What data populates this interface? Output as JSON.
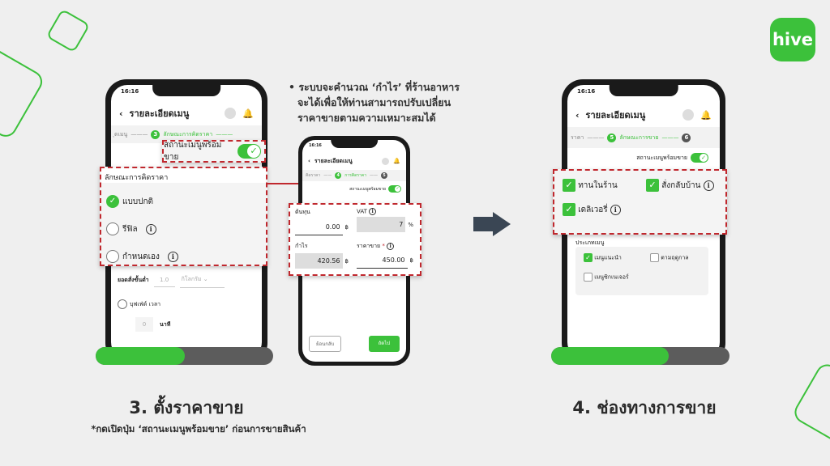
{
  "brand": {
    "logo": "hive",
    "color": "#3cc13b",
    "accent_red": "#c0282e"
  },
  "note_bullet": [
    "ระบบจะคำนวณ ‘กำไร’ ที่ร้านอาหาร",
    "จะได้เพื่อให้ท่านสามารถปรับเปลี่ยน",
    "ราคาขายตามความเหมาะสมได้"
  ],
  "phone1": {
    "time": "16:16",
    "title": "รายละเอียดเมนู",
    "step_prev": "ุดเมนู",
    "step_num": "3",
    "step_label": "ลักษณะการคิดราคา",
    "ready_label": "สถานะเมนูพร้อมขาย",
    "section_title": "ลักษณะการคิดราคา",
    "options": [
      {
        "label": "แบบปกติ",
        "selected": true
      },
      {
        "label": "รีฟิล",
        "selected": false
      },
      {
        "label": "กำหนดเอง",
        "selected": false
      }
    ],
    "min_order_label": "ยอดสั่งขั้นต่ำ",
    "min_order_value": "1.0",
    "unit": "กิโลกรัม",
    "buffet_label": "บุฟเฟ่ต์ เวลา",
    "minutes_value": "0",
    "minutes_label": "นาที",
    "progress": 0.5
  },
  "phone2": {
    "time": "16:16",
    "title": "รายละเอียดเมนู",
    "step_prev": "คิดราคา",
    "step_num": "4",
    "step_label": "การคิดราคา",
    "step_next": "5",
    "ready_label": "สถานะเมนูพร้อมขาย",
    "cost_label": "ต้นทุน",
    "cost_value": "0.00",
    "vat_label": "VAT",
    "vat_value": "7",
    "percent": "%",
    "profit_label": "กำไร",
    "profit_value": "420.56",
    "price_label": "ราคาขาย",
    "required": "*",
    "price_value": "450.00",
    "currency": "฿",
    "back_button": "ย้อนกลับ",
    "next_button": "ถัดไป"
  },
  "phone3": {
    "time": "16:16",
    "title": "รายละเอียดเมนู",
    "step_prev": "ราคา",
    "step_num": "5",
    "step_label": "ลักษณะการขาย",
    "step_next": "6",
    "ready_label": "สถานะเมนูพร้อมขาย",
    "channels": [
      {
        "label": "ทานในร้าน",
        "checked": true
      },
      {
        "label": "สั่งกลับบ้าน",
        "checked": true
      },
      {
        "label": "เดลิเวอรี่",
        "checked": true
      }
    ],
    "type_title": "ประเภทเมนู",
    "types": [
      {
        "label": "เมนูแนะนำ",
        "checked": true
      },
      {
        "label": "ตามฤดูกาล",
        "checked": false
      },
      {
        "label": "เมนูซิกเนเจอร์",
        "checked": false
      }
    ],
    "progress": 0.66
  },
  "caption_left": "3. ตั้งราคาขาย",
  "caption_left_note": "*กดเปิดปุ่ม ‘สถานะเมนูพร้อมขาย’ ก่อนการขายสินค้า",
  "caption_right": "4. ช่องทางการขาย"
}
